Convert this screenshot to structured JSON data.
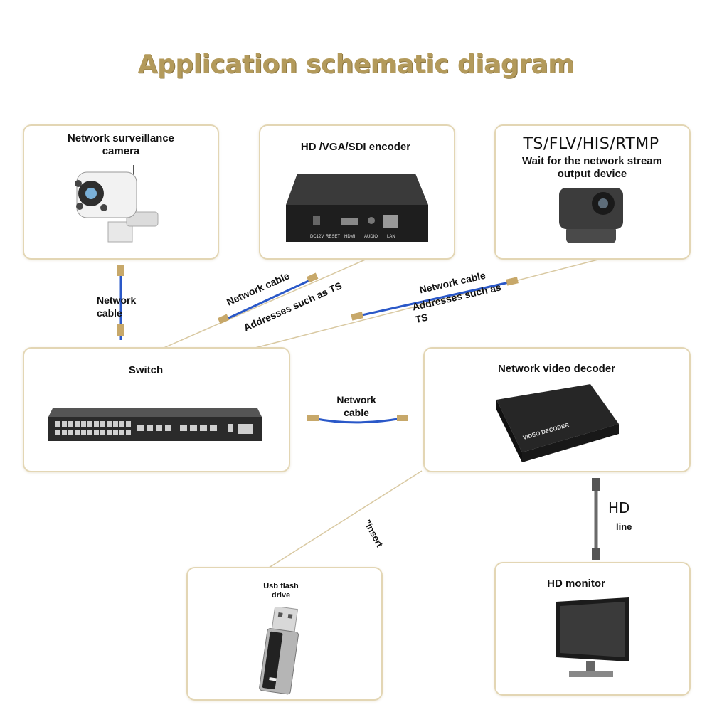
{
  "title": "Application schematic diagram",
  "nodes": {
    "camera": {
      "label": "Network surveillance camera"
    },
    "encoder": {
      "label": "HD /VGA/SDI encoder",
      "ports": [
        "DC12V",
        "RESET",
        "HDMI",
        "AUDIO",
        "LAN"
      ]
    },
    "output": {
      "protocols": "TS/FLV/HIS/RTMP",
      "label": "Wait for the network stream output device"
    },
    "switch": {
      "label": "Switch"
    },
    "decoder": {
      "label": "Network video decoder",
      "device_text": "VIDEO DECODER"
    },
    "usb": {
      "label": "Usb flash drive"
    },
    "monitor": {
      "label": "HD monitor"
    }
  },
  "links": {
    "camera_switch": "Network cable",
    "encoder_switch": {
      "cable": "Network cable",
      "note": "Addresses such as TS"
    },
    "output_switch": {
      "cable": "Network cable",
      "note": "Addresses such as TS"
    },
    "switch_decoder": "Network cable",
    "usb_decoder": "\"insert",
    "decoder_monitor": {
      "hd": "HD",
      "line": "line"
    }
  },
  "colors": {
    "title": "#b39a5b",
    "box_border": "#e3d6b4",
    "cable": "#2a58c8",
    "connector_line": "#d9c9a2"
  }
}
